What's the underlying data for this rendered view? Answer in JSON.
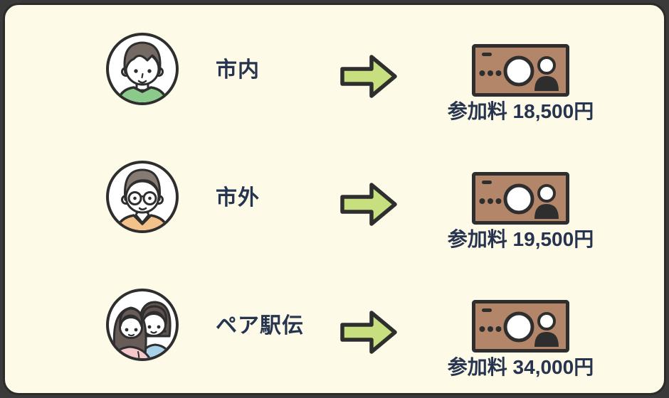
{
  "frame": {
    "background": "#3A3A3A",
    "panel_bg": "#FDFBE7",
    "panel_border": "#2B2B2B"
  },
  "colors": {
    "text_navy": "#273450",
    "outline": "#2E2E2E",
    "arrow_green": "#C7DF7E",
    "banknote_brown": "#B3866A",
    "shirt_green": "#8BCA8B",
    "sweater_orange": "#F3C28A",
    "top_pink": "#F5C6CA",
    "top_blue": "#A9D2E9"
  },
  "rows": [
    {
      "category": "市内",
      "fee": "参加料 18,500円",
      "avatar": "young-man-green-shirt"
    },
    {
      "category": "市外",
      "fee": "参加料 19,500円",
      "avatar": "man-glasses-orange-sweater"
    },
    {
      "category": "ペア駅伝",
      "fee": "参加料 34,000円",
      "avatar": "two-women-pair"
    }
  ],
  "icons": {
    "arrow": "arrow-right-icon",
    "banknote": "banknote-icon"
  }
}
